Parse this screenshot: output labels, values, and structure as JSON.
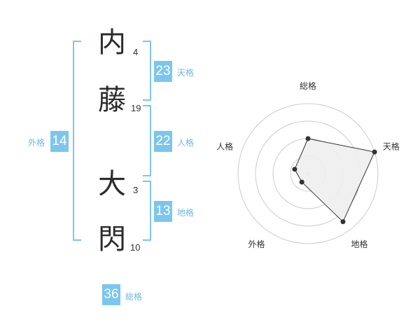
{
  "name": {
    "chars": [
      {
        "char": "内",
        "strokes": "4"
      },
      {
        "char": "藤",
        "strokes": "19"
      },
      {
        "char": "大",
        "strokes": "3"
      },
      {
        "char": "閃",
        "strokes": "10"
      }
    ]
  },
  "fortunes": {
    "tenkaku": {
      "value": "23",
      "label": "天格"
    },
    "jinkaku": {
      "value": "22",
      "label": "人格"
    },
    "chikaku": {
      "value": "13",
      "label": "地格"
    },
    "gaikaku": {
      "value": "14",
      "label": "外格"
    },
    "soukaku": {
      "value": "36",
      "label": "総格"
    }
  },
  "chart_data": {
    "type": "radar",
    "axes": [
      "総格",
      "天格",
      "地格",
      "外格",
      "人格"
    ],
    "values": [
      0.5,
      1.0,
      0.85,
      0.15,
      0.2
    ],
    "rings": 4,
    "colors": {
      "grid": "#cccccc",
      "fill": "#eeeeee",
      "line": "#333333",
      "center": "#cccccc"
    }
  }
}
